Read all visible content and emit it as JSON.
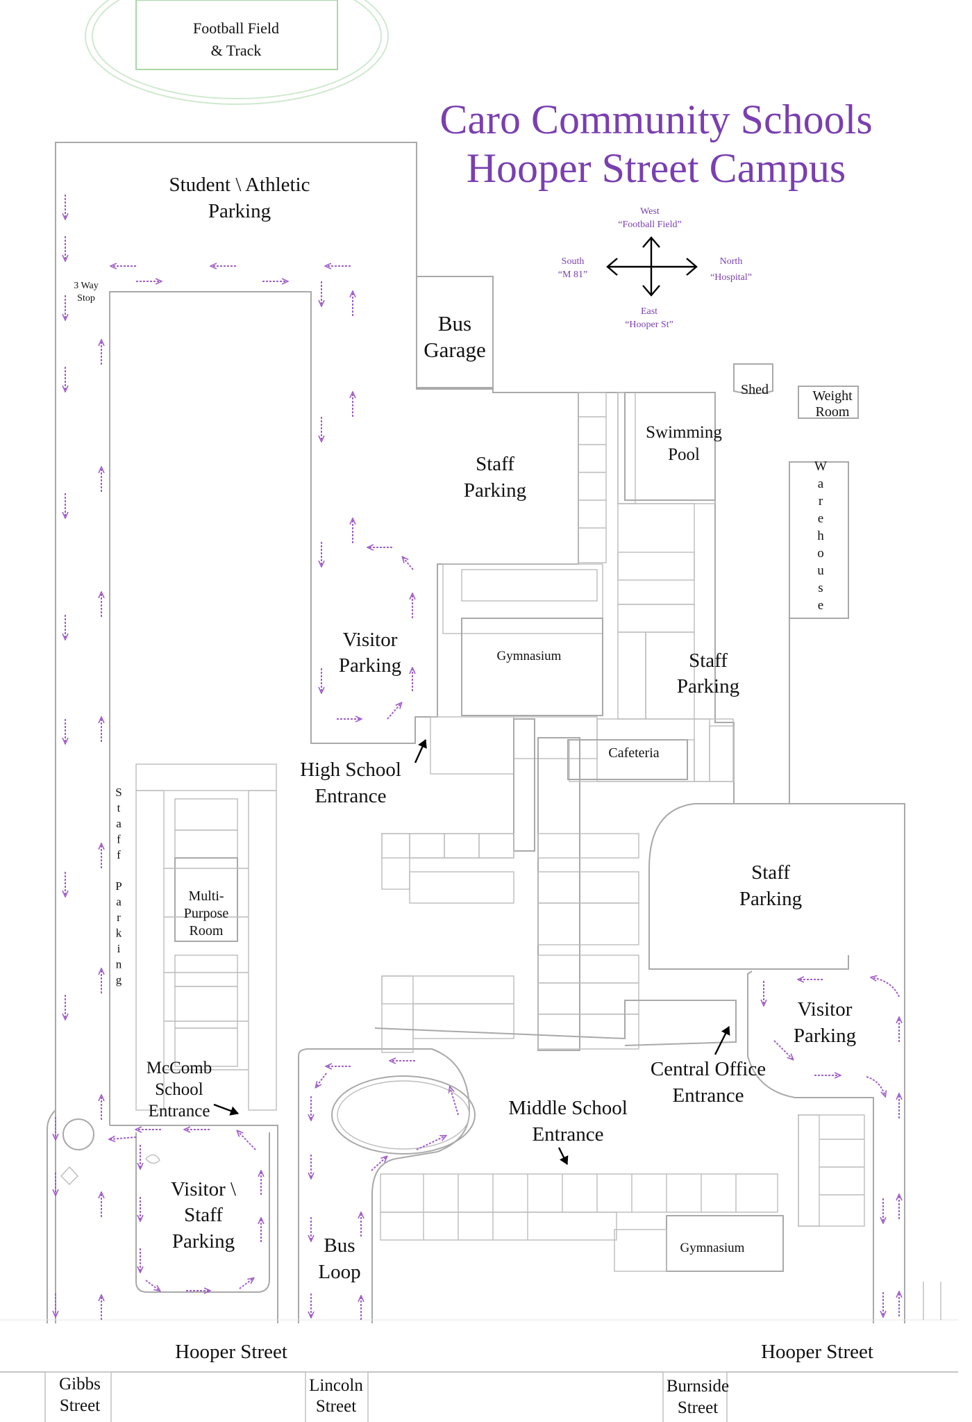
{
  "title": {
    "line1": "Caro Community Schools",
    "line2": "Hooper Street Campus"
  },
  "compass": {
    "west": "West",
    "west_sub": "“Football Field”",
    "south": "South",
    "south_sub": "“M 81”",
    "north": "North",
    "north_sub": "“Hospital”",
    "east": "East",
    "east_sub": "“Hooper St”"
  },
  "labels": {
    "football_field_1": "Football Field",
    "football_field_2": "& Track",
    "student_parking_1": "Student \\ Athletic",
    "student_parking_2": "Parking",
    "three_way_1": "3 Way",
    "three_way_2": "Stop",
    "bus_garage_1": "Bus",
    "bus_garage_2": "Garage",
    "shed": "Shed",
    "weight_room_1": "Weight",
    "weight_room_2": "Room",
    "swimming_pool_1": "Swimming",
    "swimming_pool_2": "Pool",
    "staff_parking_top_1": "Staff",
    "staff_parking_top_2": "Parking",
    "warehouse": [
      "W",
      "a",
      "r",
      "e",
      "h",
      "o",
      "u",
      "s",
      "e"
    ],
    "gymnasium_hs": "Gymnasium",
    "visitor_parking_hs_1": "Visitor",
    "visitor_parking_hs_2": "Parking",
    "staff_parking_mid_1": "Staff",
    "staff_parking_mid_2": "Parking",
    "cafeteria": "Cafeteria",
    "hs_entrance_1": "High School",
    "hs_entrance_2": "Entrance",
    "staff_parking_side": [
      "S",
      "t",
      "a",
      "f",
      "f",
      "",
      "P",
      "a",
      "r",
      "k",
      "i",
      "n",
      "g"
    ],
    "multi_purpose_1": "Multi-",
    "multi_purpose_2": "Purpose",
    "multi_purpose_3": "Room",
    "staff_parking_right_1": "Staff",
    "staff_parking_right_2": "Parking",
    "visitor_parking_ms_1": "Visitor",
    "visitor_parking_ms_2": "Parking",
    "central_office_1": "Central Office",
    "central_office_2": "Entrance",
    "mccomb_1": "McComb",
    "mccomb_2": "School",
    "mccomb_3": "Entrance",
    "ms_entrance_1": "Middle School",
    "ms_entrance_2": "Entrance",
    "visitor_staff_1": "Visitor \\",
    "visitor_staff_2": "Staff",
    "visitor_staff_3": "Parking",
    "bus_loop_1": "Bus",
    "bus_loop_2": "Loop",
    "gymnasium_ms": "Gymnasium",
    "hooper_left": "Hooper Street",
    "hooper_right": "Hooper Street",
    "gibbs_1": "Gibbs",
    "gibbs_2": "Street",
    "lincoln_1": "Lincoln",
    "lincoln_2": "Street",
    "burnside_1": "Burnside",
    "burnside_2": "Street"
  },
  "colors": {
    "title": "#7a3fb0",
    "arrows": "#a05cc8",
    "walls": "#a9a9a9",
    "field": "#bfe3bf"
  }
}
